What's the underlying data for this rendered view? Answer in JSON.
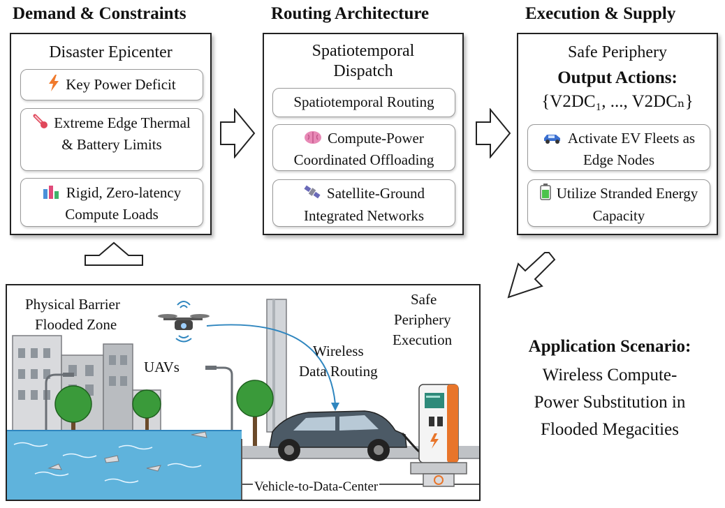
{
  "columns": {
    "demand": {
      "header": "Demand & Constraints",
      "title": "Disaster Epicenter",
      "items": [
        {
          "text": "Key Power Deficit",
          "icon": "lightning-icon"
        },
        {
          "text": "Extreme Edge Thermal & Battery Limits",
          "icon": "thermometer-icon"
        },
        {
          "text": "Rigid, Zero-latency Compute Loads",
          "icon": "bar-chart-icon"
        }
      ]
    },
    "routing": {
      "header": "Routing Architecture",
      "title": "Spatiotemporal Dispatch",
      "items": [
        {
          "text": "Spatiotemporal Routing",
          "icon": ""
        },
        {
          "text": "Compute-Power Coordinated Offloading",
          "icon": "brain-icon"
        },
        {
          "text": "Satellite-Ground Integrated Networks",
          "icon": "satellite-icon"
        }
      ]
    },
    "execution": {
      "header": "Execution & Supply",
      "title": "Safe Periphery",
      "output_label": "Output Actions:",
      "output_set": "{V2DC₁, ..., V2DCₙ}",
      "items": [
        {
          "text": "Activate EV Fleets as Edge Nodes",
          "icon": "car-icon"
        },
        {
          "text": "Utilize Stranded Energy Capacity",
          "icon": "battery-icon"
        }
      ]
    }
  },
  "scene": {
    "physical_barrier": "Physical Barrier",
    "flooded_zone": "Flooded Zone",
    "uavs": "UAVs",
    "wireless": "Wireless",
    "data_routing": "Data Routing",
    "safe": "Safe",
    "periphery": "Periphery",
    "execution": "Execution",
    "v2dc": "Vehicle-to-Data-Center"
  },
  "application": {
    "heading": "Application Scenario:",
    "line1": "Wireless Compute-",
    "line2": "Power Substitution in",
    "line3": "Flooded Megacities"
  },
  "colors": {
    "water": "#5fb3dc",
    "water_dark": "#2f86bf",
    "tree": "#3a9a3a",
    "charger": "#e8752a",
    "car": "#4c5a66"
  }
}
